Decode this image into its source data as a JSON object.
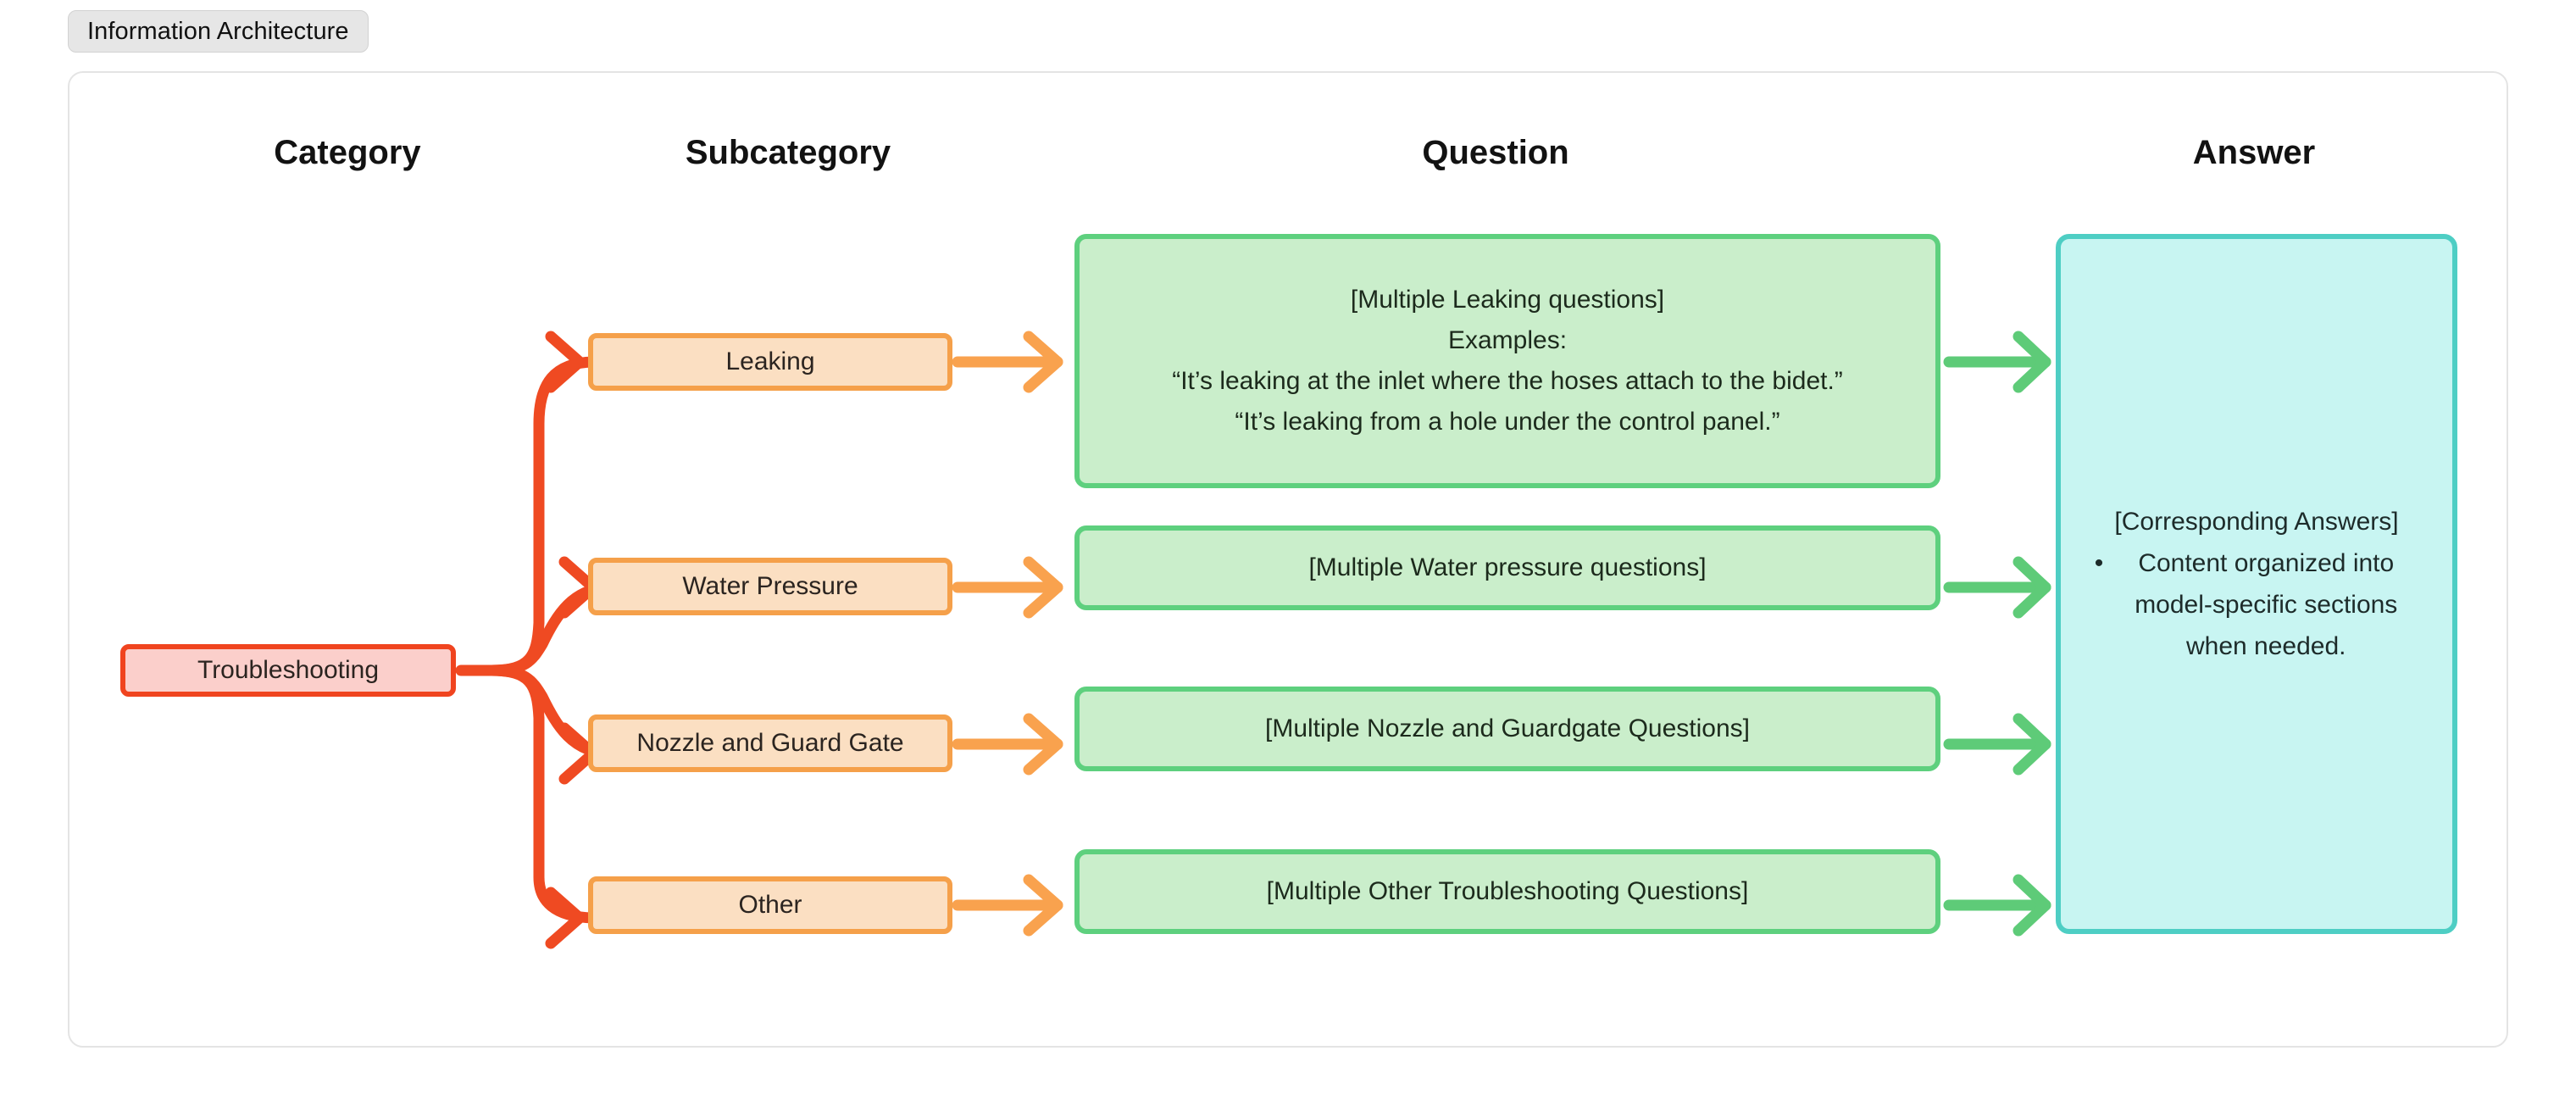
{
  "tab": {
    "label": "Information Architecture"
  },
  "columns": [
    {
      "id": "category",
      "label": "Category"
    },
    {
      "id": "subcategory",
      "label": "Subcategory"
    },
    {
      "id": "question",
      "label": "Question"
    },
    {
      "id": "answer",
      "label": "Answer"
    }
  ],
  "category": {
    "label": "Troubleshooting"
  },
  "subcategories": [
    {
      "label": "Leaking"
    },
    {
      "label": "Water Pressure"
    },
    {
      "label": "Nozzle and Guard Gate"
    },
    {
      "label": "Other"
    }
  ],
  "questions": [
    {
      "lines": [
        "[Multiple Leaking questions]",
        "Examples:",
        "“It’s leaking at the inlet where the hoses attach to the bidet.”",
        "“It’s leaking from a hole under the control panel.”"
      ],
      "line0": "[Multiple Leaking questions]",
      "line1": "Examples:",
      "line2": "“It’s leaking at the inlet where the hoses attach to the bidet.”",
      "line3": "“It’s leaking from a hole under the control panel.”"
    },
    {
      "line0": "[Multiple Water pressure questions]"
    },
    {
      "line0": "[Multiple Nozzle and Guardgate Questions]"
    },
    {
      "line0": "[Multiple Other Troubleshooting Questions]"
    }
  ],
  "answer": {
    "title": "[Corresponding Answers]",
    "bullet_marker": "•",
    "bullet_text": "Content organized into model-specific sections when needed."
  },
  "colors": {
    "category_fill": "#fbcfcb",
    "category_border": "#f0441f",
    "subcategory_fill": "#fbdfc2",
    "subcategory_border": "#f5a04a",
    "question_fill": "#caeecb",
    "question_border": "#5ed07e",
    "answer_fill": "#c8f5f2",
    "answer_border": "#4ecec4",
    "arrow_red": "#ef4a22",
    "arrow_orange": "#f9a24e",
    "arrow_green": "#5ecb78",
    "card_border": "#e4e4e4",
    "tab_fill": "#e6e6e6"
  }
}
